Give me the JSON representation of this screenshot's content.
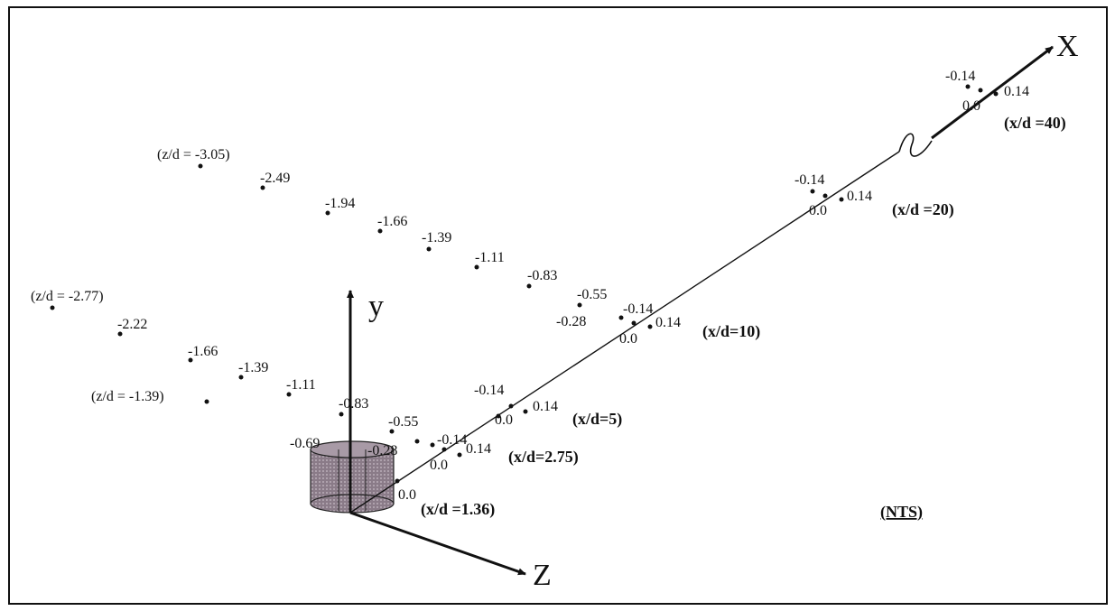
{
  "axes": {
    "x": "X",
    "y": "y",
    "z": "Z"
  },
  "scale_note": "(NTS)",
  "stations": [
    {
      "label": "(x/d =1.36)",
      "points": {
        "center": "0.0"
      }
    },
    {
      "label": "(x/d=2.75)",
      "points": {
        "left": "-0.14",
        "center": "0.0",
        "right": "0.14"
      }
    },
    {
      "label": "(x/d=5)",
      "points": {
        "left": "-0.14",
        "center": "0.0",
        "right": "0.14"
      }
    },
    {
      "label": "(x/d=10)",
      "points": {
        "leftfar": "-0.28",
        "left": "-0.14",
        "center": "0.0",
        "right": "0.14"
      }
    },
    {
      "label": "(x/d =20)",
      "points": {
        "left": "-0.14",
        "center": "0.0",
        "right": "0.14"
      }
    },
    {
      "label": "(x/d =40)",
      "points": {
        "left": "-0.14",
        "center": "0.0",
        "right": "0.14"
      }
    }
  ],
  "row_top": {
    "start_label": "(z/d = -3.05)",
    "values": [
      "-2.49",
      "-1.94",
      "-1.66",
      "-1.39",
      "-1.11",
      "-0.83",
      "-0.55"
    ]
  },
  "row_mid": {
    "start_label": "(z/d = -2.77)",
    "values": [
      "-2.22",
      "-1.66",
      "-1.39",
      "-1.11",
      "-0.83",
      "-0.55",
      "-0.28"
    ]
  },
  "row_low": {
    "start_label": "(z/d = -1.39)",
    "values": [
      "-0.69"
    ]
  }
}
